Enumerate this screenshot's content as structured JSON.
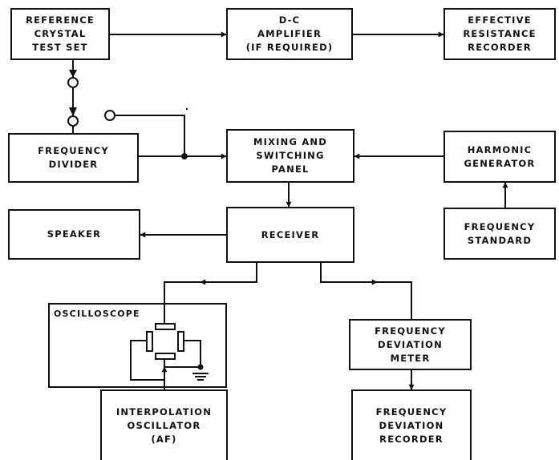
{
  "blocks": {
    "reference_crystal_test_set": [
      "REFERENCE",
      "CRYSTAL",
      "TEST SET"
    ],
    "dc_amplifier": [
      "D-C",
      "AMPLIFIER",
      "(IF REQUIRED)"
    ],
    "effective_resistance_recorder": [
      "EFFECTIVE",
      "RESISTANCE",
      "RECORDER"
    ],
    "frequency_divider": [
      "FREQUENCY",
      "DIVIDER"
    ],
    "mixing_switching_panel": [
      "MIXING AND",
      "SWITCHING",
      "PANEL"
    ],
    "harmonic_generator": [
      "HARMONIC",
      "GENERATOR"
    ],
    "speaker": [
      "SPEAKER"
    ],
    "receiver": [
      "RECEIVER"
    ],
    "frequency_standard": [
      "FREQUENCY",
      "STANDARD"
    ],
    "oscilloscope": "OSCILLOSCOPE",
    "frequency_deviation_meter": [
      "FREQUENCY",
      "DEVIATION",
      "METER"
    ],
    "interpolation_oscillator": [
      "INTERPOLATION",
      "OSCILLATOR",
      "(AF)"
    ],
    "frequency_deviation_recorder": [
      "FREQUENCY",
      "DEVIATION",
      "RECORDER"
    ]
  }
}
